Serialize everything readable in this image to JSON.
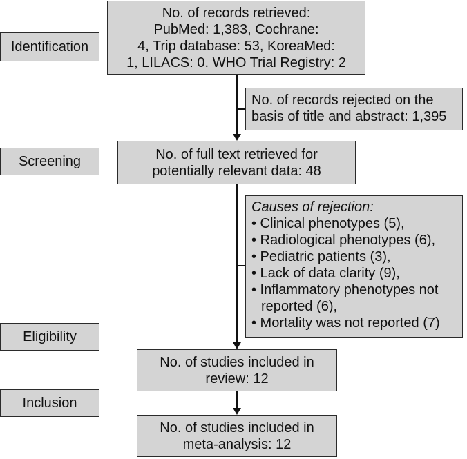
{
  "stages": {
    "identification": "Identification",
    "screening": "Screening",
    "eligibility": "Eligibility",
    "inclusion": "Inclusion"
  },
  "records_retrieved": {
    "lines": [
      "No. of records retrieved:",
      "PubMed: 1,383, Cochrane:",
      "4, Trip database: 53, KoreaMed:",
      "1, LILACS: 0. WHO Trial Registry: 2"
    ]
  },
  "records_rejected": {
    "lines": [
      "No. of records rejected on the",
      "basis of title and abstract: 1,395"
    ]
  },
  "full_text": {
    "lines": [
      "No. of full text retrieved for",
      "potentially relevant data: 48"
    ]
  },
  "causes": {
    "title": "Causes of rejection:",
    "items": [
      "• Clinical phenotypes (5),",
      "• Radiological phenotypes (6),",
      "• Pediatric patients (3),",
      "• Lack of data clarity (9),",
      "• Inflammatory phenotypes not",
      "reported (6),",
      "• Mortality was not reported (7)"
    ]
  },
  "review": {
    "lines": [
      "No. of studies included in",
      "review: 12"
    ]
  },
  "meta_analysis": {
    "lines": [
      "No. of studies included in",
      "meta-analysis: 12"
    ]
  }
}
